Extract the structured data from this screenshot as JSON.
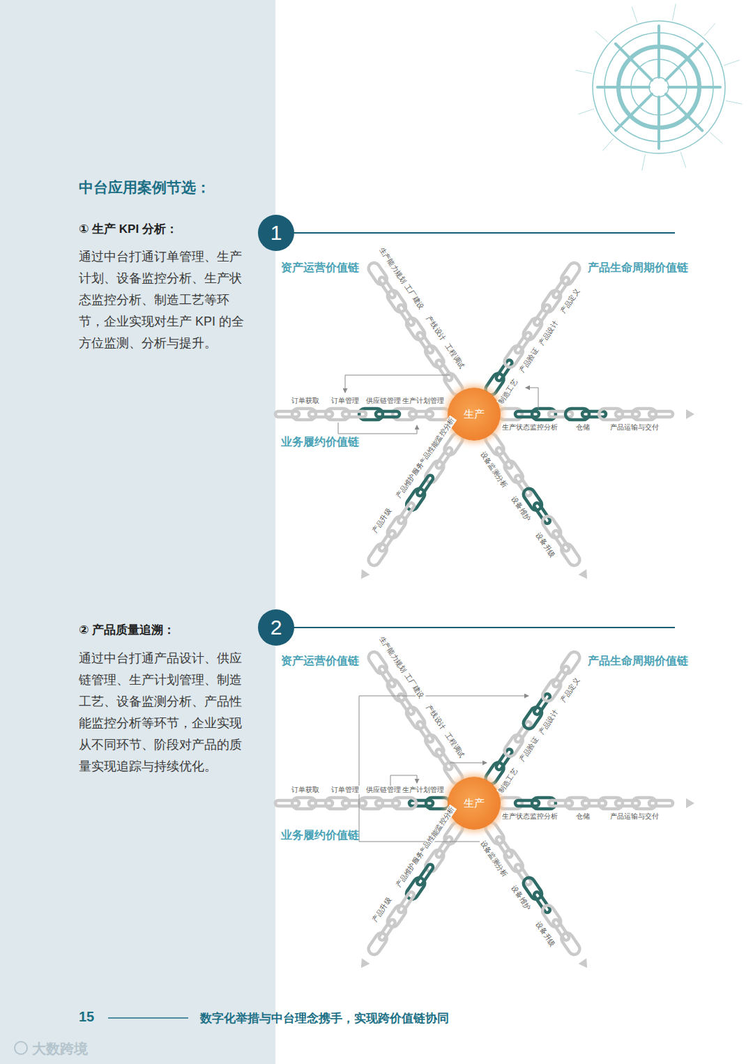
{
  "diagram": {
    "title": "中台应用案例节选：",
    "nodes": [
      {
        "text": [
          "1"
        ]
      },
      {
        "text": [
          "生产"
        ]
      },
      {
        "text": [
          "2"
        ]
      },
      {
        "text": [
          "生产"
        ]
      }
    ],
    "labels": [
      "① 生产 KPI 分析：",
      "通过中台打通订单管理、生产计划、设备监控分析、生产状态监控分析、制造工艺等环节，企业实现对生产 KPI 的全方位监测、分析与提升。",
      "资产运营价值链",
      "产品生命周期价值链",
      "业务履约价值链",
      "生产能力规划",
      "工厂建设",
      "产线设计",
      "工程调试",
      "产品定义",
      "产品设计",
      "产品验证",
      "制造工艺",
      "订单获取",
      "订单管理",
      "供应链管理",
      "生产计划管理",
      "生产状态监控分析",
      "仓储",
      "产品运输与交付",
      "产品性能监控分析",
      "产品维护服务",
      "产品升级",
      "设备监测分析",
      "设备维护",
      "设备升级",
      "② 产品质量追溯：",
      "通过中台打通产品设计、供应链管理、生产计划管理、制造工艺、设备监测分析、产品性能监控分析等环节，企业实现从不同环节、阶段对产品的质量实现追踪与持续优化。",
      "资产运营价值链",
      "产品生命周期价值链",
      "业务履约价值链",
      "生产能力规划",
      "工厂建设",
      "产线设计",
      "工程调试",
      "产品定义",
      "产品设计",
      "产品验证",
      "制造工艺",
      "订单获取",
      "订单管理",
      "供应链管理",
      "生产计划管理",
      "生产状态监控分析",
      "仓储",
      "产品运输与交付",
      "产品性能监控分析",
      "产品维护服务",
      "产品升级",
      "设备监测分析",
      "设备维护",
      "设备升级",
      "15",
      "数字化举措与中台理念携手，实现跨价值链协同",
      "大数跨境"
    ]
  }
}
